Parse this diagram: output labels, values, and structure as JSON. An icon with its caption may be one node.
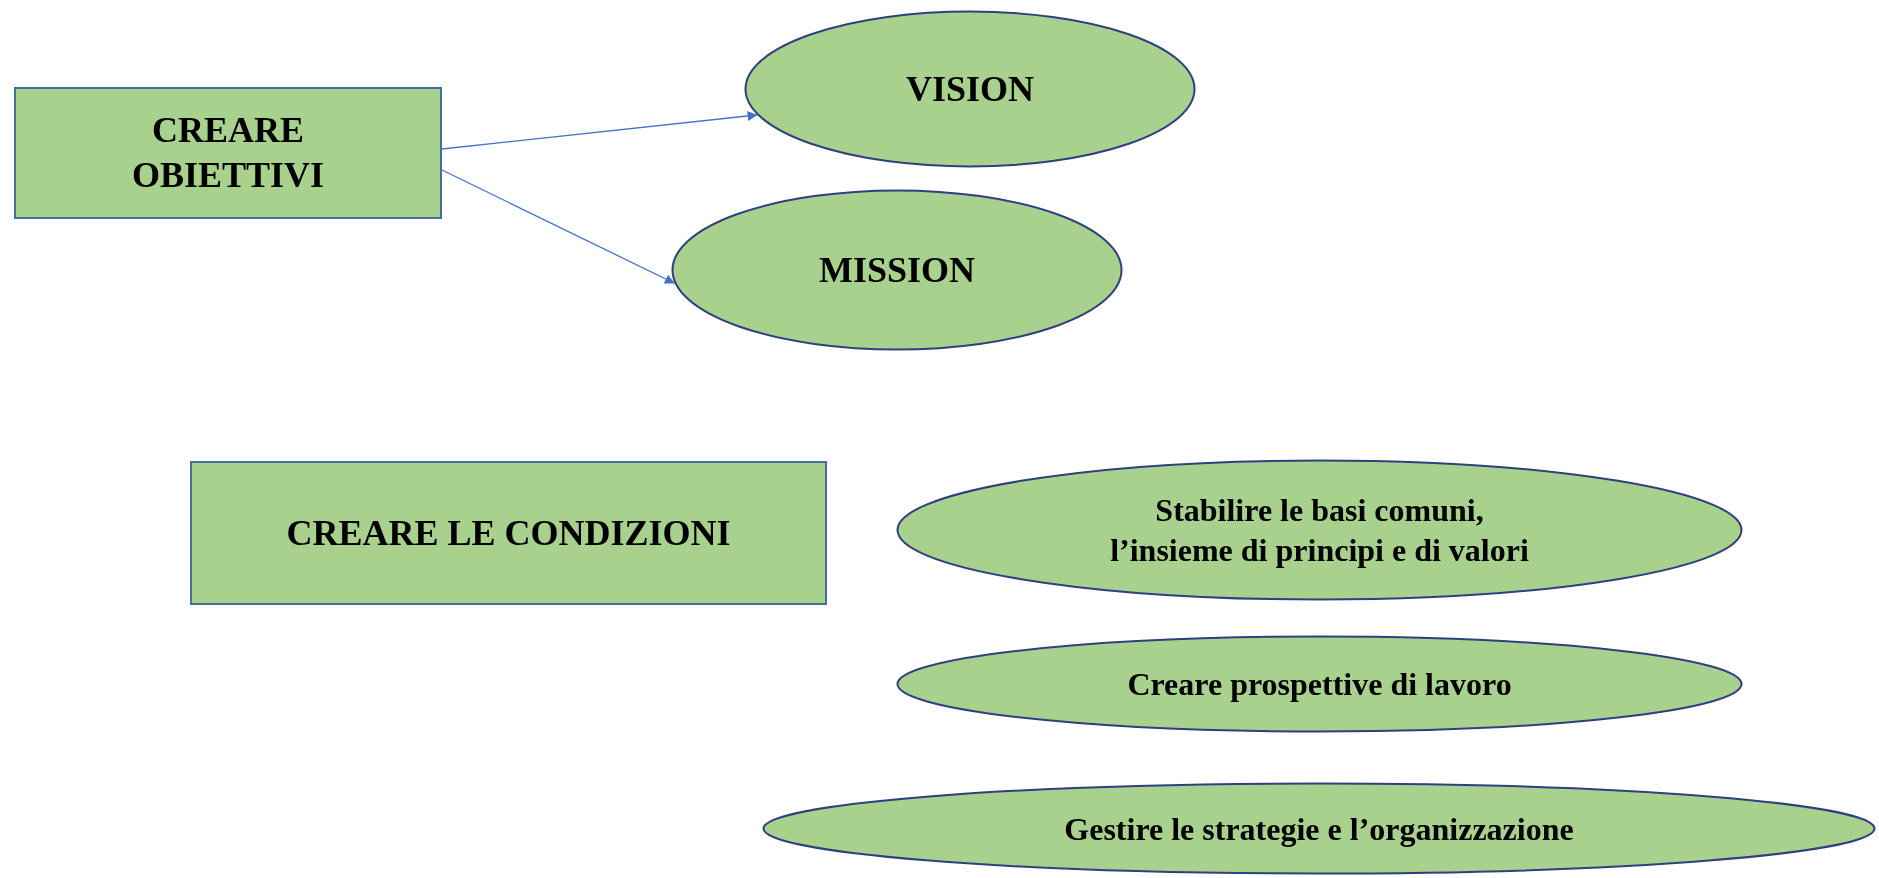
{
  "diagram": {
    "nodes": [
      {
        "text": [
          "CREARE OBIETTIVI"
        ]
      },
      {
        "text": [
          "VISION"
        ]
      },
      {
        "text": [
          "MISSION"
        ]
      },
      {
        "text": [
          "CREARE LE CONDIZIONI"
        ]
      },
      {
        "text": [
          "Stabilire le basi comuni, l’insieme di principi e di valori"
        ]
      },
      {
        "text": [
          "Creare prospettive di lavoro"
        ]
      },
      {
        "text": [
          "Gestire le strategie e l’organizzazione"
        ]
      }
    ],
    "edges": [
      {
        "from": 0,
        "to": 1,
        "arrow": "to"
      },
      {
        "from": 0,
        "to": 2,
        "arrow": "to"
      }
    ]
  }
}
